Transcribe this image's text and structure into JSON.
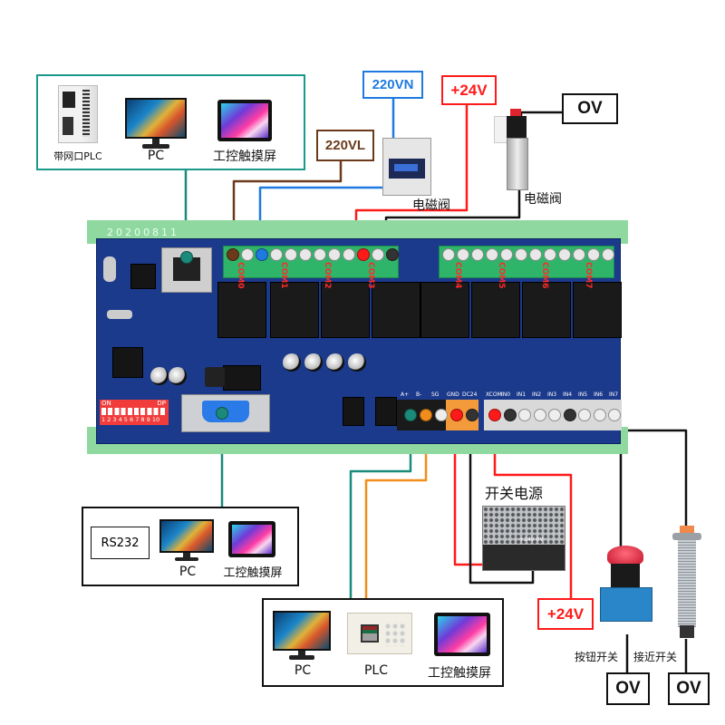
{
  "top_left_group": {
    "items": [
      {
        "icon": "plc-icon",
        "label": "带网口PLC"
      },
      {
        "icon": "monitor-icon",
        "label": "PC"
      },
      {
        "icon": "touchscreen-icon",
        "label": "工控触摸屏"
      }
    ]
  },
  "tags": {
    "v220n": "220VN",
    "v220l": "220VL",
    "plus24_top": "+24V",
    "ov_top": "OV",
    "plus24_bottom": "+24V",
    "ov_button": "OV",
    "ov_sensor": "OV"
  },
  "devices": {
    "contactor_label": "电磁阀",
    "valve_label": "电磁阀",
    "psu_label": "开关电源",
    "psu_terminals": "+24V 0V",
    "button_label": "按钮开关",
    "sensor_label": "接近开关"
  },
  "board": {
    "date_code": "20200811",
    "relay_labels": [
      "COM0",
      "COM1",
      "COM2",
      "COM3",
      "COM4",
      "COM5",
      "COM6",
      "COM7"
    ],
    "dip_on": "ON",
    "dip_dp": "DP",
    "dip_numbers": "1 2 3 4 5 6 7 8 9 10",
    "comm_terminals": [
      "A+",
      "B-",
      "SG",
      "GND",
      "DC24"
    ],
    "input_terminals": [
      "XCOM",
      "IN0",
      "IN1",
      "IN2",
      "IN3",
      "IN4",
      "IN5",
      "IN6",
      "IN7"
    ]
  },
  "rs232_group": {
    "box_label": "RS232",
    "items": [
      {
        "icon": "monitor-icon",
        "label": "PC"
      },
      {
        "icon": "touchscreen-icon",
        "label": "工控触摸屏"
      }
    ]
  },
  "rs485_group": {
    "items": [
      {
        "icon": "monitor-icon",
        "label": "PC"
      },
      {
        "icon": "plc-icon",
        "label": "PLC"
      },
      {
        "icon": "touchscreen-icon",
        "label": "工控触摸屏"
      }
    ]
  },
  "colors": {
    "teal": "#1a8a7a",
    "brown": "#6b3a1a",
    "blue": "#1f7ae0",
    "red": "#ff1a1a",
    "black": "#111111",
    "orange": "#f28c1a"
  }
}
